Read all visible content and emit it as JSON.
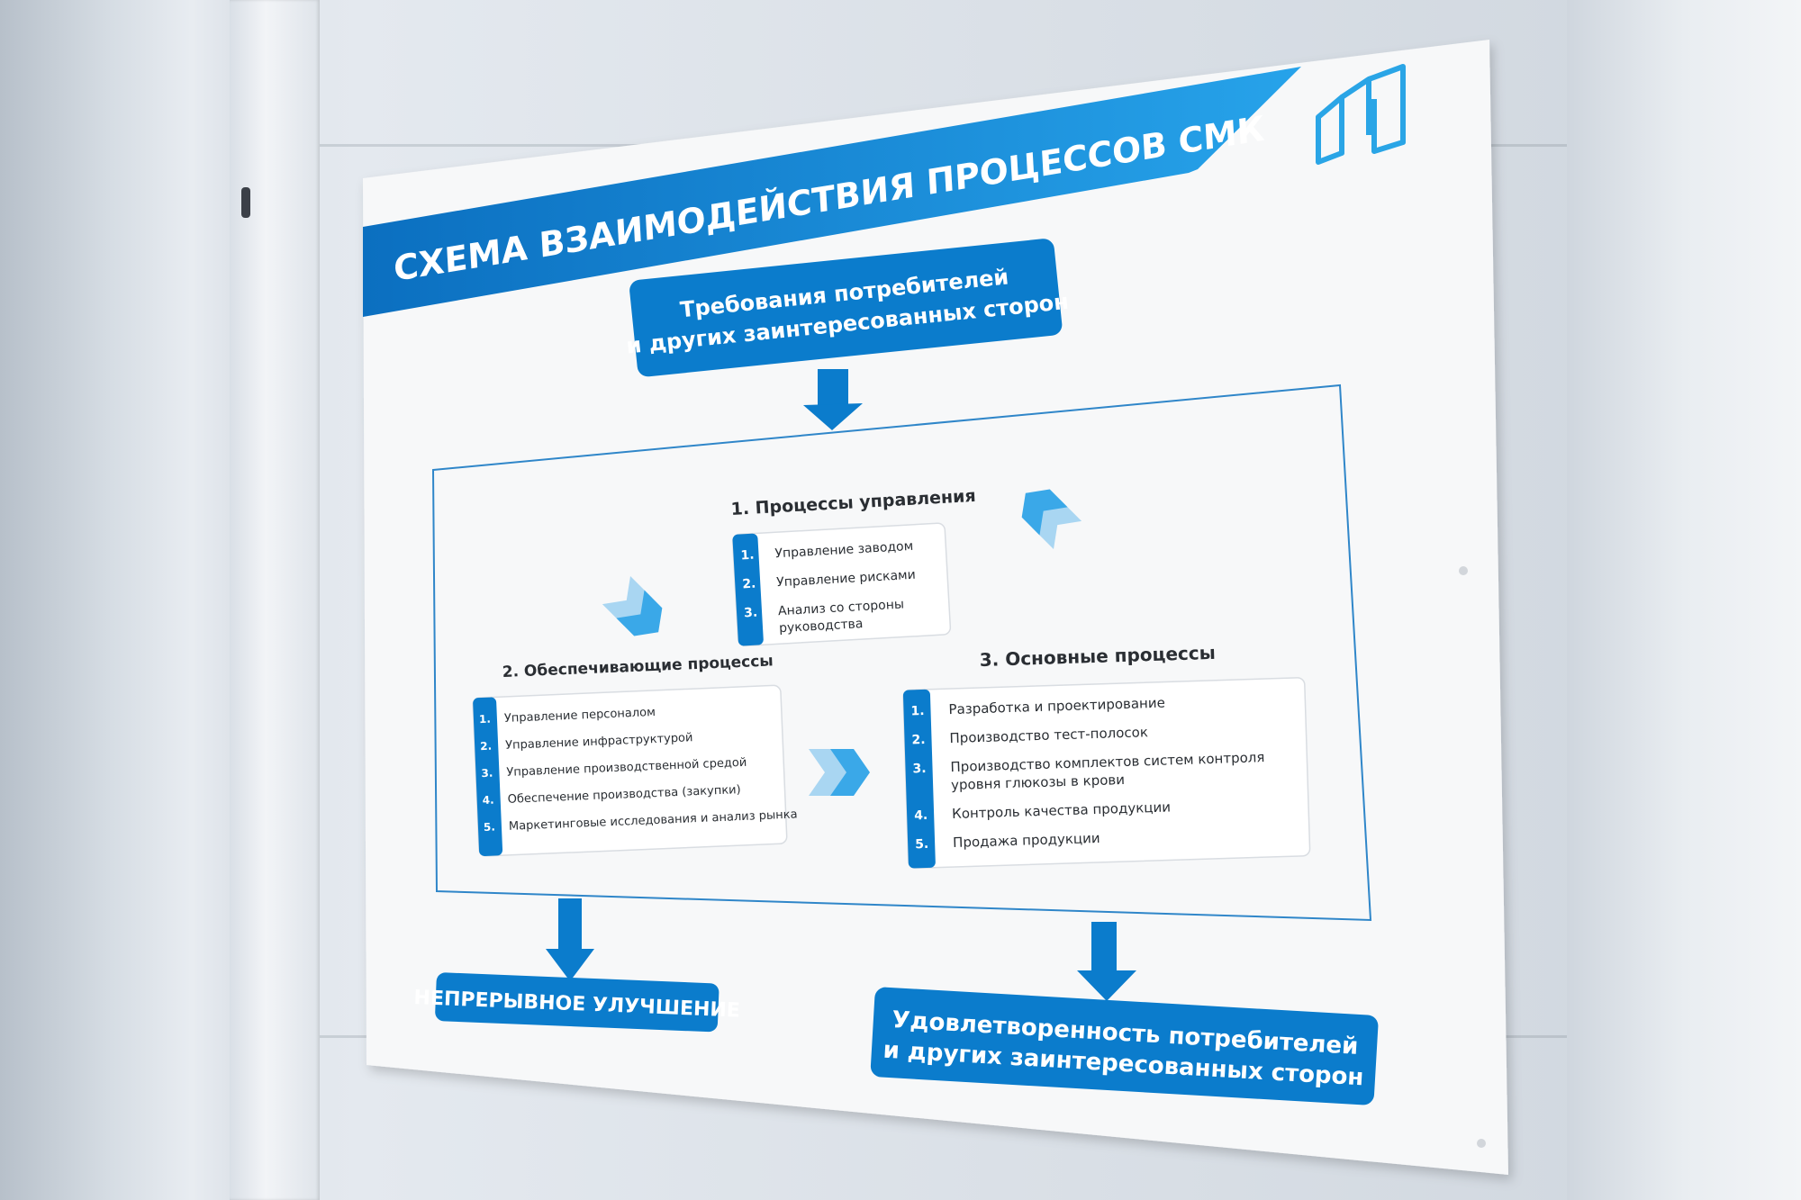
{
  "poster": {
    "title": "СХЕМА ВЗАИМОДЕЙСТВИЯ ПРОЦЕССОВ СМК",
    "input_box": {
      "line1": "Требования потребителей",
      "line2": "и других заинтересованных сторон"
    },
    "management": {
      "heading": "1. Процессы управления",
      "items": [
        {
          "num": "1.",
          "lines": [
            "Управление заводом"
          ]
        },
        {
          "num": "2.",
          "lines": [
            "Управление рисками"
          ]
        },
        {
          "num": "3.",
          "lines": [
            "Анализ со стороны",
            "руководства"
          ]
        }
      ]
    },
    "support": {
      "heading": "2. Обеспечивающие процессы",
      "items": [
        {
          "num": "1.",
          "text": "Управление персоналом"
        },
        {
          "num": "2.",
          "text": "Управление инфраструктурой"
        },
        {
          "num": "3.",
          "text": "Управление производственной средой"
        },
        {
          "num": "4.",
          "text": "Обеспечение производства (закупки)"
        },
        {
          "num": "5.",
          "text": "Маркетинговые исследования и анализ рынка"
        }
      ]
    },
    "core": {
      "heading": "3. Основные процессы",
      "items": [
        {
          "num": "1.",
          "lines": [
            "Разработка и проектирование"
          ]
        },
        {
          "num": "2.",
          "lines": [
            "Производство тест-полосок"
          ]
        },
        {
          "num": "3.",
          "lines": [
            "Производство комплектов систем контроля",
            "уровня глюкозы в крови"
          ]
        },
        {
          "num": "4.",
          "lines": [
            "Контроль качества продукции"
          ]
        },
        {
          "num": "5.",
          "lines": [
            "Продажа продукции"
          ]
        }
      ]
    },
    "improvement": "НЕПРЕРЫВНОЕ УЛУЧШЕНИЕ",
    "output_box": {
      "line1": "Удовлетворенность потребителей",
      "line2": "и других заинтересованных сторон"
    }
  },
  "colors": {
    "brand_blue": "#0b7ccc",
    "light_blue": "#3aa8e8",
    "pale_blue": "#a9d6f2",
    "board": "#f7f8f9",
    "text_dark": "#2a2e33"
  },
  "icons": [
    "logo-mark-icon",
    "chevron-arrows-icon",
    "down-arrow-icon"
  ]
}
